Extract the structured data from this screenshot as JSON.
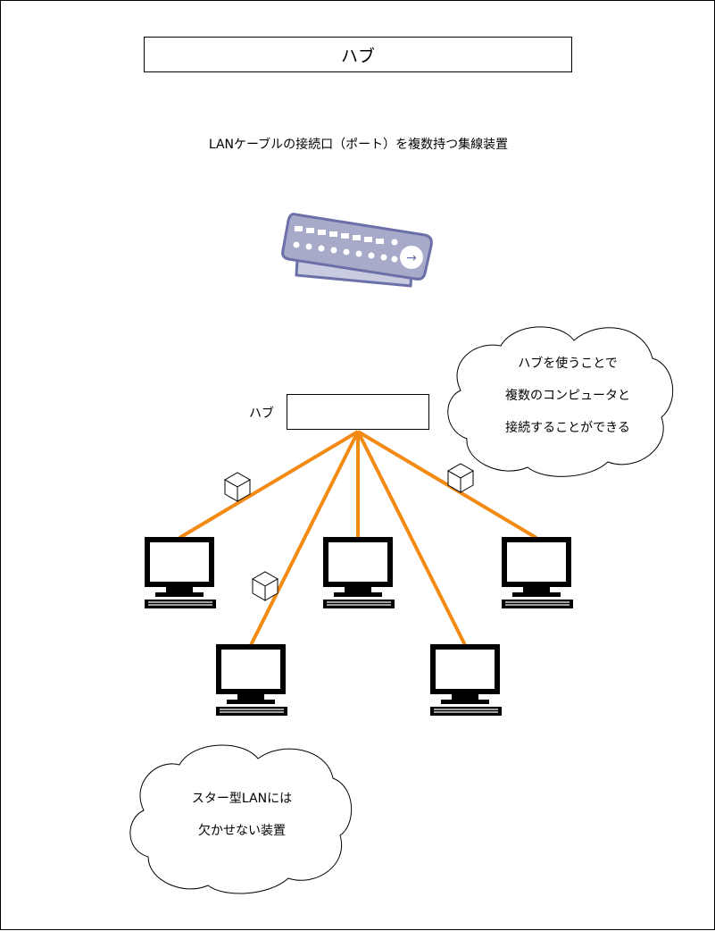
{
  "title": "ハブ",
  "description": "LANケーブルの接続口（ポート）を複数持つ集線装置",
  "diagram": {
    "hub_label": "ハブ",
    "cloud_top": {
      "lines": [
        "ハブを使うことで",
        "複数のコンピュータと",
        "接続することができる"
      ]
    },
    "cloud_bottom": {
      "lines": [
        "スター型LANには",
        "欠かせない装置"
      ]
    },
    "cable_color": "#f28a14",
    "hub_device_color": "#a7aac8",
    "hub_device_stroke": "#6b71a8",
    "computer_count": 5,
    "packet_count": 3
  }
}
